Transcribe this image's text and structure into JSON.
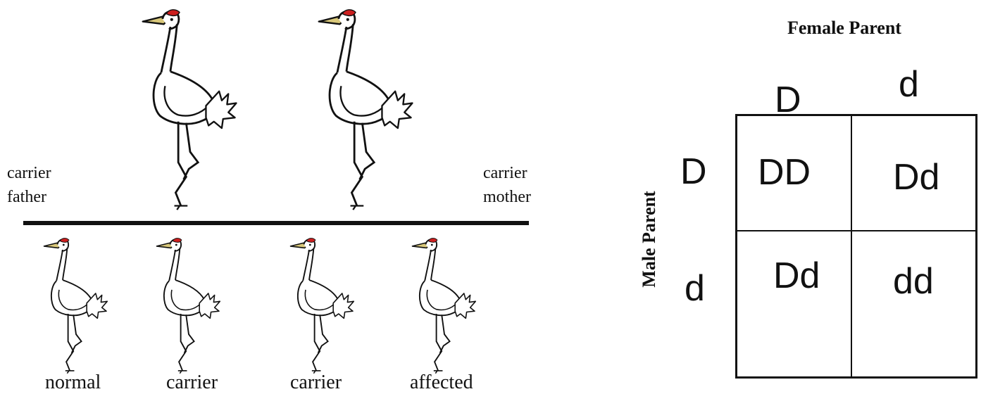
{
  "parents": {
    "father_label": [
      "carrier",
      "father"
    ],
    "mother_label": [
      "carrier",
      "mother"
    ]
  },
  "offspring": [
    {
      "label": "normal"
    },
    {
      "label": "carrier"
    },
    {
      "label": "carrier"
    },
    {
      "label": "affected"
    }
  ],
  "punnett": {
    "female_title": "Female Parent",
    "male_title": "Male Parent",
    "female_alleles": [
      "D",
      "d"
    ],
    "male_alleles": [
      "D",
      "d"
    ],
    "cells": [
      [
        "DD",
        "Dd"
      ],
      [
        "Dd",
        "dd"
      ]
    ]
  },
  "colors": {
    "crown": "#cc1f1f",
    "beak": "#d9c87a",
    "ink": "#111111"
  }
}
